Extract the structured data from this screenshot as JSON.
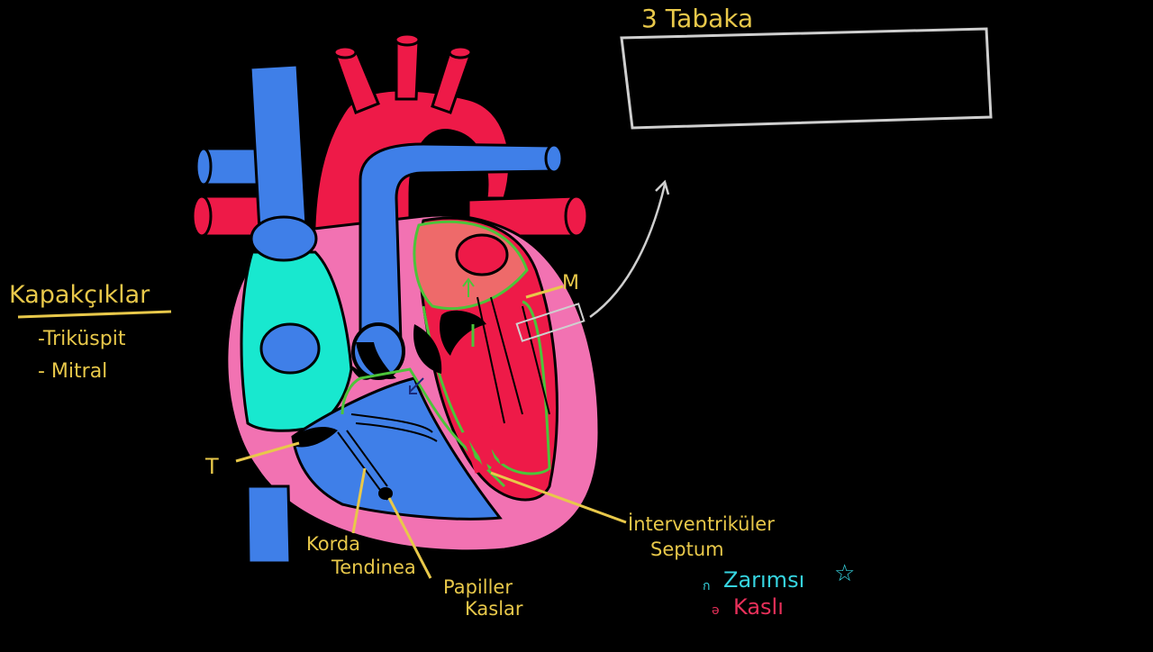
{
  "board": {
    "title": "3 Tabaka",
    "valves": {
      "heading": "Kapakçıklar",
      "items": [
        "-Triküspit",
        "- Mitral"
      ]
    },
    "labels": {
      "tricuspid": "T",
      "mitral": "M",
      "chordae_line1": "Korda",
      "chordae_line2": "Tendinea",
      "papillary_line1": "Papiller",
      "papillary_line2": "Kaslar",
      "septum_line1": "İnterventriküler",
      "septum_line2": "Septum"
    },
    "legend": {
      "membrane": "Zarımsı",
      "muscle": "Kaslı"
    },
    "colors": {
      "background": "#000000",
      "chalk_yellow": "#e8c84a",
      "deoxygenated_blue": "#3f7fe8",
      "oxygenated_red": "#ee1a48",
      "atrium_cyan": "#18e8cf",
      "myocardium_pink": "#f272b2",
      "valve_green": "#4cc43a",
      "box_outline": "#cfcfcf"
    }
  }
}
